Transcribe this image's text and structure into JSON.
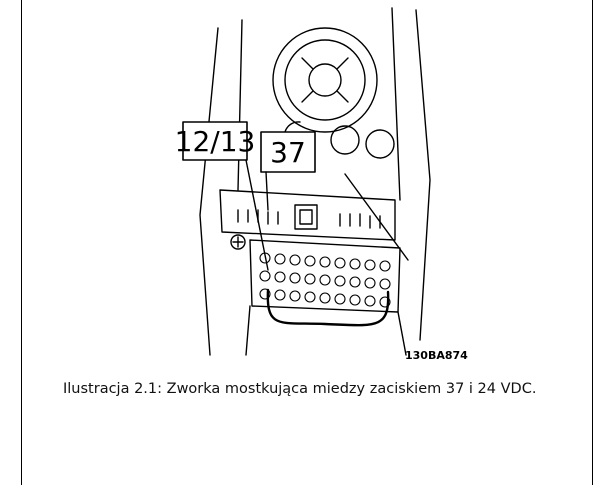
{
  "figure": {
    "label_left": "12/13",
    "label_right": "37",
    "code": "130BA874"
  },
  "caption": {
    "text": "Ilustracja 2.1: Zworka mostkująca miedzy zaciskiem 37 i 24 VDC."
  }
}
